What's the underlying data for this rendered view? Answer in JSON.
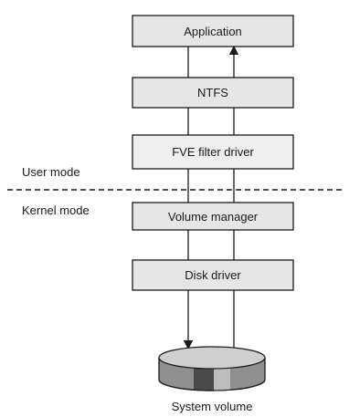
{
  "diagram": {
    "layers": [
      {
        "label": "Application"
      },
      {
        "label": "NTFS"
      },
      {
        "label": "FVE filter driver"
      },
      {
        "label": "Volume manager"
      },
      {
        "label": "Disk driver"
      }
    ],
    "modes": {
      "user": "User mode",
      "kernel": "Kernel mode"
    },
    "storage": {
      "label": "System volume"
    }
  }
}
